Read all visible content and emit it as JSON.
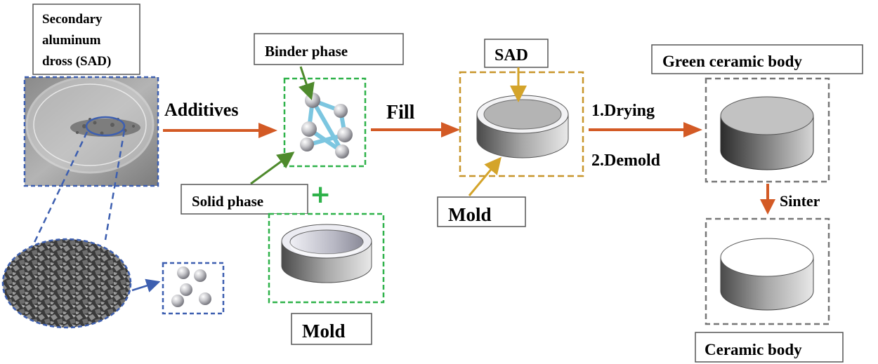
{
  "labels": {
    "sad_full": [
      "Secondary",
      "aluminum",
      "dross (SAD)"
    ],
    "binder_phase": "Binder phase",
    "solid_phase": "Solid phase",
    "mold_bottom": "Mold",
    "sad": "SAD",
    "mold_mid": "Mold",
    "green_body": "Green  ceramic body",
    "ceramic_body": "Ceramic body"
  },
  "arrows": {
    "additives": "Additives",
    "fill": "Fill",
    "drying": "1.Drying",
    "demold": "2.Demold",
    "sinter": "Sinter"
  },
  "symbols": {
    "plus": "+"
  },
  "colors": {
    "process_arrow": "#d35a25",
    "blue_box": "#3d5fb0",
    "green_box": "#2fb24a",
    "gold_box": "#c8952a",
    "gray_box": "#777777",
    "pointer_green": "#4e8a2c",
    "pointer_gold": "#d4a42a"
  }
}
